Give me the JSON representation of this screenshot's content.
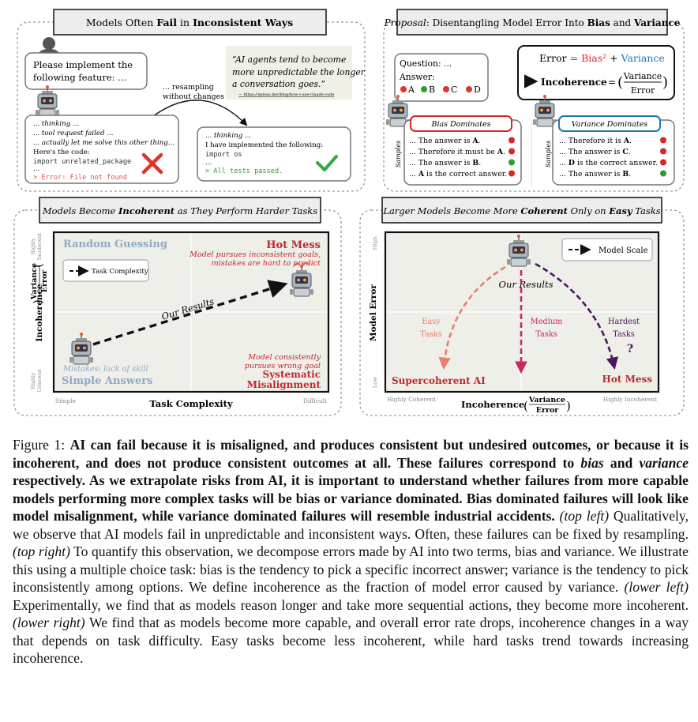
{
  "panel_tl": {
    "title_a": "Models Often ",
    "title_b": "Fail",
    "title_c": " in ",
    "title_d": "Inconsistent Ways",
    "user_prompt_1": "Please implement the",
    "user_prompt_2": "following feature: ...",
    "quote_1": "“AI agents tend to become",
    "quote_2": "more unpredictable the longer",
    "quote_3": "a conversation goes.”",
    "quote_src": "— https://spiess.dev/blog/how-i-use-claude-code",
    "resample_1": "... resampling",
    "resample_2": "without changes",
    "fail_lines": [
      "... thinking ...",
      "... tool request failed ...",
      "... actually let me solve this other thing...",
      "Here's the code:",
      "import unrelated_package",
      "...",
      "> Error: File not found"
    ],
    "ok_lines": [
      "... thinking ...",
      "I have implemented the following:",
      "import os",
      "...",
      "> All tests passed."
    ]
  },
  "panel_tr": {
    "title_a": "Proposal",
    "title_b": ": Disentangling Model Error Into ",
    "title_c": "Bias",
    "title_d": " and ",
    "title_e": "Variance",
    "question": "Question: ...",
    "answer_label": "Answer:",
    "options": [
      "A",
      "B",
      "C",
      "D"
    ],
    "eq_error": "Error",
    "eq_eq": "=",
    "eq_bias": "Bias²",
    "eq_plus": "+",
    "eq_var": "Variance",
    "eq_incoh": "Incoherence",
    "eq_frac_num": "Variance",
    "eq_frac_den": "Error",
    "bias_title": "Bias Dominates",
    "var_title": "Variance Dominates",
    "samples_label": "Samples",
    "bias_rows": [
      {
        "pre": "... The answer is ",
        "bold": "A",
        "post": ".",
        "color": "#d62728"
      },
      {
        "pre": "... Therefore it must be ",
        "bold": "A",
        "post": ".",
        "color": "#d62728"
      },
      {
        "pre": "... The answer is ",
        "bold": "B",
        "post": ".",
        "color": "#2ca02c"
      },
      {
        "pre": "... ",
        "bold": "A",
        "post": " is the correct answer.",
        "color": "#d62728"
      }
    ],
    "var_rows": [
      {
        "pre": "... Therefore it is ",
        "bold": "A",
        "post": ".",
        "color": "#d62728"
      },
      {
        "pre": "... The answer is ",
        "bold": "C",
        "post": ".",
        "color": "#d62728"
      },
      {
        "pre": "... ",
        "bold": "D",
        "post": " is the correct answer.",
        "color": "#d62728"
      },
      {
        "pre": "... The answer is ",
        "bold": "B",
        "post": ".",
        "color": "#2ca02c"
      }
    ]
  },
  "panel_bl": {
    "title_a": "Models Become ",
    "title_b": "Incoherent",
    "title_c": " as They Perform Harder Tasks",
    "random": "Random Guessing",
    "hotmess": "Hot Mess",
    "hotmess_sub1": "Model pursues inconsistent goals,",
    "hotmess_sub2": "mistakes are hard to predict",
    "legend": "Task Complexity",
    "our_results": "Our Results",
    "skill": "Mistakes: lack of skill",
    "simple_answers": "Simple Answers",
    "mis_sub1": "Model consistently",
    "mis_sub2": "pursues wrong goal",
    "mis_1": "Systematic",
    "mis_2": "Misalignment",
    "ylabel_a": "Incoherence",
    "ylabel_num": "Variance",
    "ylabel_den": "Error",
    "y_high_1": "Highly",
    "y_high_2": "Incoherent",
    "y_low_1": "Highly",
    "y_low_2": "Coherent",
    "xlabel": "Task Complexity",
    "x_simple": "Simple",
    "x_difficult": "Difficult"
  },
  "panel_br": {
    "title_a": "Larger Models Become More ",
    "title_b": "Coherent",
    "title_c": " Only on ",
    "title_d": "Easy",
    "title_e": " Tasks",
    "legend": "Model Scale",
    "our_results": "Our Results",
    "easy_1": "Easy",
    "easy_2": "Tasks",
    "medium_1": "Medium",
    "medium_2": "Tasks",
    "hardest_1": "Hardest",
    "hardest_2": "Tasks",
    "question_mark": "?",
    "supercoherent": "Supercoherent AI",
    "hotmess": "Hot Mess",
    "ylabel": "Model Error",
    "y_high": "High",
    "y_low": "Low",
    "xlabel": "Incoherence",
    "x_num": "Variance",
    "x_den": "Error",
    "x_left": "Highly Coherent",
    "x_right": "Highly Incoherent",
    "colors": {
      "easy": "#e8806a",
      "medium": "#c8285a",
      "hard": "#4a1460"
    }
  },
  "caption": {
    "fig": "Figure 1: ",
    "b1": "AI can fail because it is misaligned, and produces consistent but undesired outcomes, or because it is incoherent, and does not produce consistent outcomes at all. These failures correspond to ",
    "b1_i1": "bias",
    "b1_and": " and ",
    "b1_i2": "variance",
    "b2": " respectively. As we extrapolate risks from AI, it is important to understand whether failures from more capable models performing more complex tasks will be bias or variance dominated. Bias dominated failures will look like model misalignment, while variance dominated failures will resemble industrial accidents.",
    "tl": "(top left)",
    "t1": " Qualitatively, we observe that AI models fail in unpredictable and inconsistent ways. Often, these failures can be fixed by resampling. ",
    "tr": "(top right)",
    "t2": " To quantify this observation, we decompose errors made by AI into two terms, bias and variance. We illustrate this using a multiple choice task: bias is the tendency to pick a specific incorrect answer; variance is the tendency to pick inconsistently among options. We define incoherence as the fraction of model error caused by variance. ",
    "ll": "(lower left)",
    "t3": " Experimentally, we find that as models reason longer and take more sequential actions, they become more incoherent. ",
    "lr": "(lower right)",
    "t4": " We find that as models become more capable, and overall error rate drops, incoherence changes in a way that depends on task difficulty. Easy tasks become less incoherent, while hard tasks trend towards increasing incoherence."
  }
}
